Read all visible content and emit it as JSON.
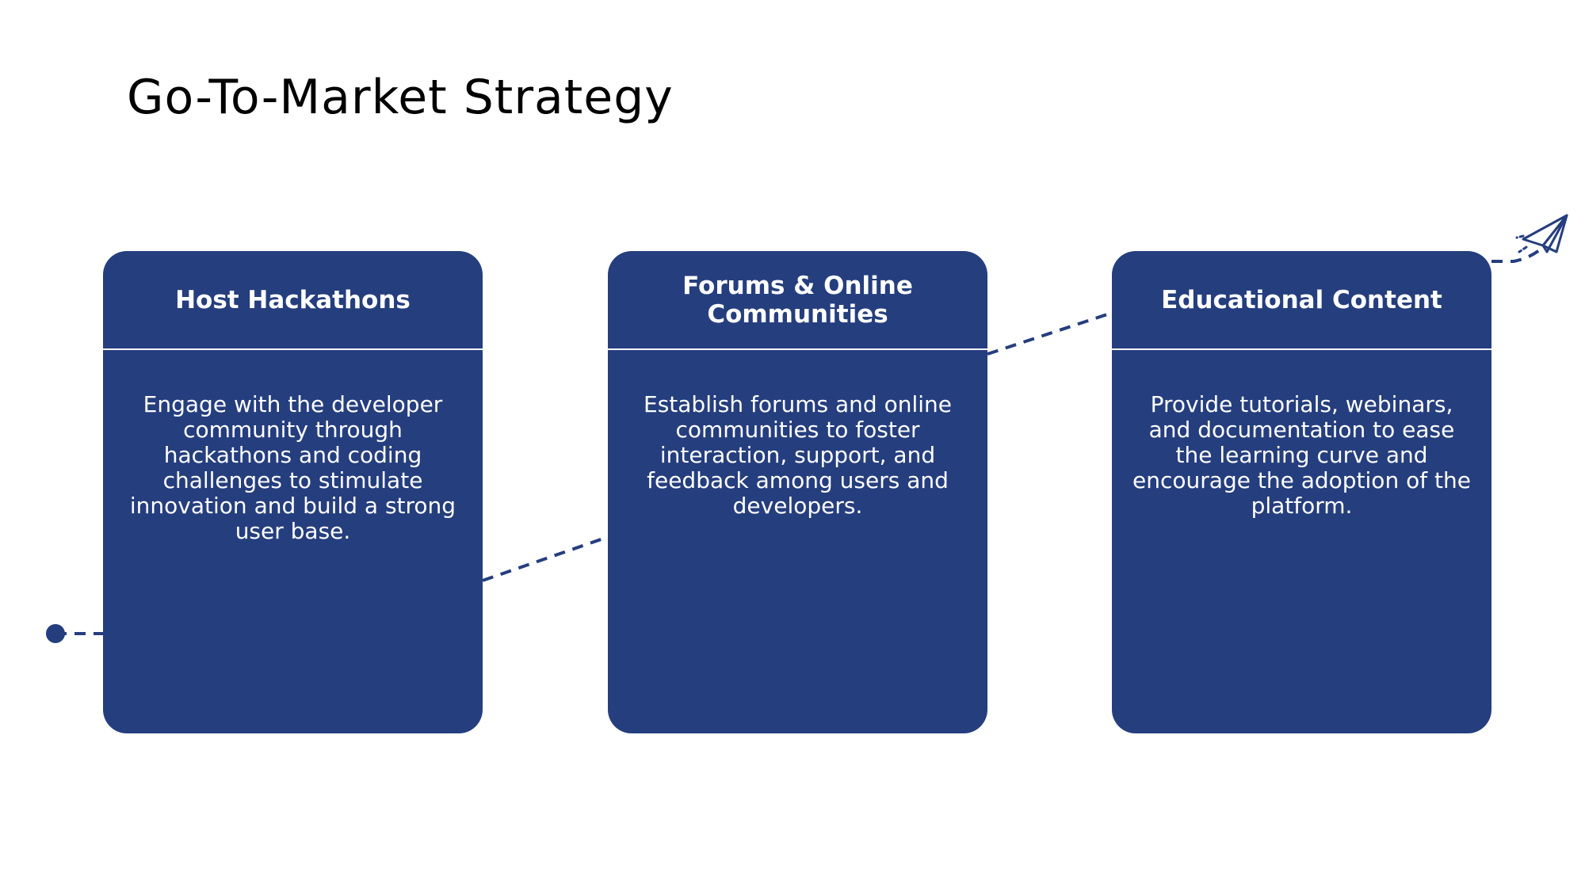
{
  "slide": {
    "title": "Go-To-Market Strategy",
    "colors": {
      "card_fill": "#253E7E",
      "card_text": "#FFFFFF",
      "connector": "#253E7E",
      "background": "#FFFFFF"
    }
  },
  "cards": [
    {
      "title": "Host Hackathons",
      "body": "Engage with the developer community through hackathons and coding challenges to stimulate innovation and build a strong user base."
    },
    {
      "title": "Forums & Online Communities",
      "body": "Establish forums and online communities to foster interaction, support, and feedback among users and developers."
    },
    {
      "title": "Educational Content",
      "body": "Provide tutorials, webinars, and documentation to ease the learning curve and encourage the adoption of the platform."
    }
  ],
  "decorations": {
    "start_marker": "start-dot-icon",
    "end_marker": "paper-plane-icon",
    "path_style": "dashed"
  }
}
